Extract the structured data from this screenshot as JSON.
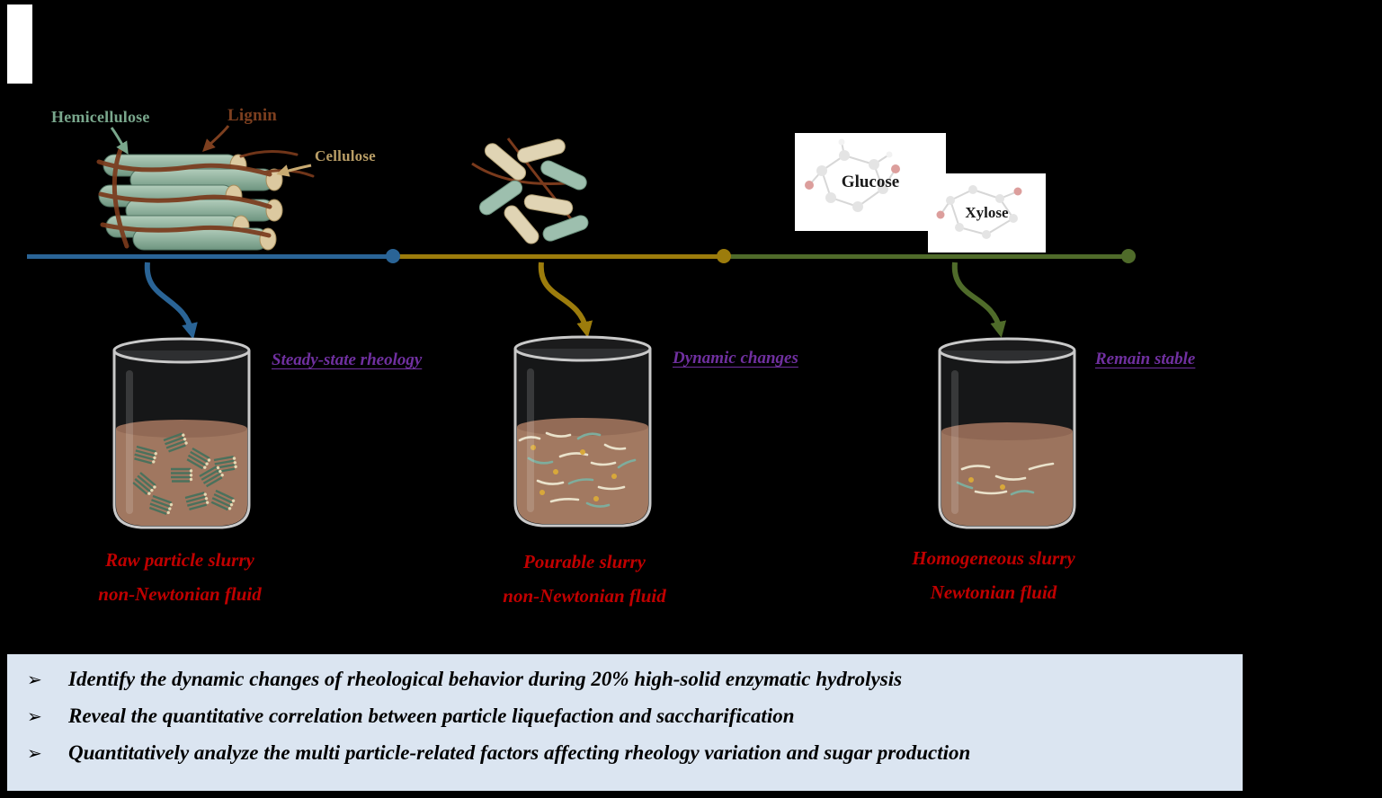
{
  "structure_labels": {
    "hemicellulose": "Hemicellulose",
    "lignin": "Lignin",
    "cellulose": "Cellulose"
  },
  "molecule_labels": {
    "glucose": "Glucose",
    "xylose": "Xylose"
  },
  "stages": [
    {
      "phase_label": "Steady-state rheology",
      "caption_line1": "Raw particle slurry",
      "caption_line2": "non-Newtonian fluid",
      "accent_color": "#2a6496"
    },
    {
      "phase_label": "Dynamic changes",
      "caption_line1": "Pourable slurry",
      "caption_line2": "non-Newtonian fluid",
      "accent_color": "#9c7c0c"
    },
    {
      "phase_label": "Remain stable",
      "caption_line1": "Homogeneous slurry",
      "caption_line2": "Newtonian fluid",
      "accent_color": "#4f6b2a"
    }
  ],
  "objectives": [
    {
      "marker": "➢",
      "text": "Identify the dynamic changes of rheological behavior during 20% high-solid enzymatic hydrolysis"
    },
    {
      "marker": "➢",
      "text": "Reveal the quantitative correlation between particle liquefaction and saccharification"
    },
    {
      "marker": "➢",
      "text": "Quantitatively analyze the multi particle-related factors affecting rheology variation and sugar production"
    }
  ],
  "colors": {
    "background": "#000000",
    "phase_label_purple": "#7030a0",
    "caption_red": "#c00000",
    "objectives_panel_blue": "#dbe5f1",
    "timeline_blue": "#2a6496",
    "timeline_olive": "#9c7c0c",
    "timeline_green": "#4f6b2a",
    "hemicellulose_label": "#79a78c",
    "lignin_label": "#7d3f1f",
    "cellulose_label": "#b99e66",
    "slurry_brown": "#9a6b51"
  }
}
